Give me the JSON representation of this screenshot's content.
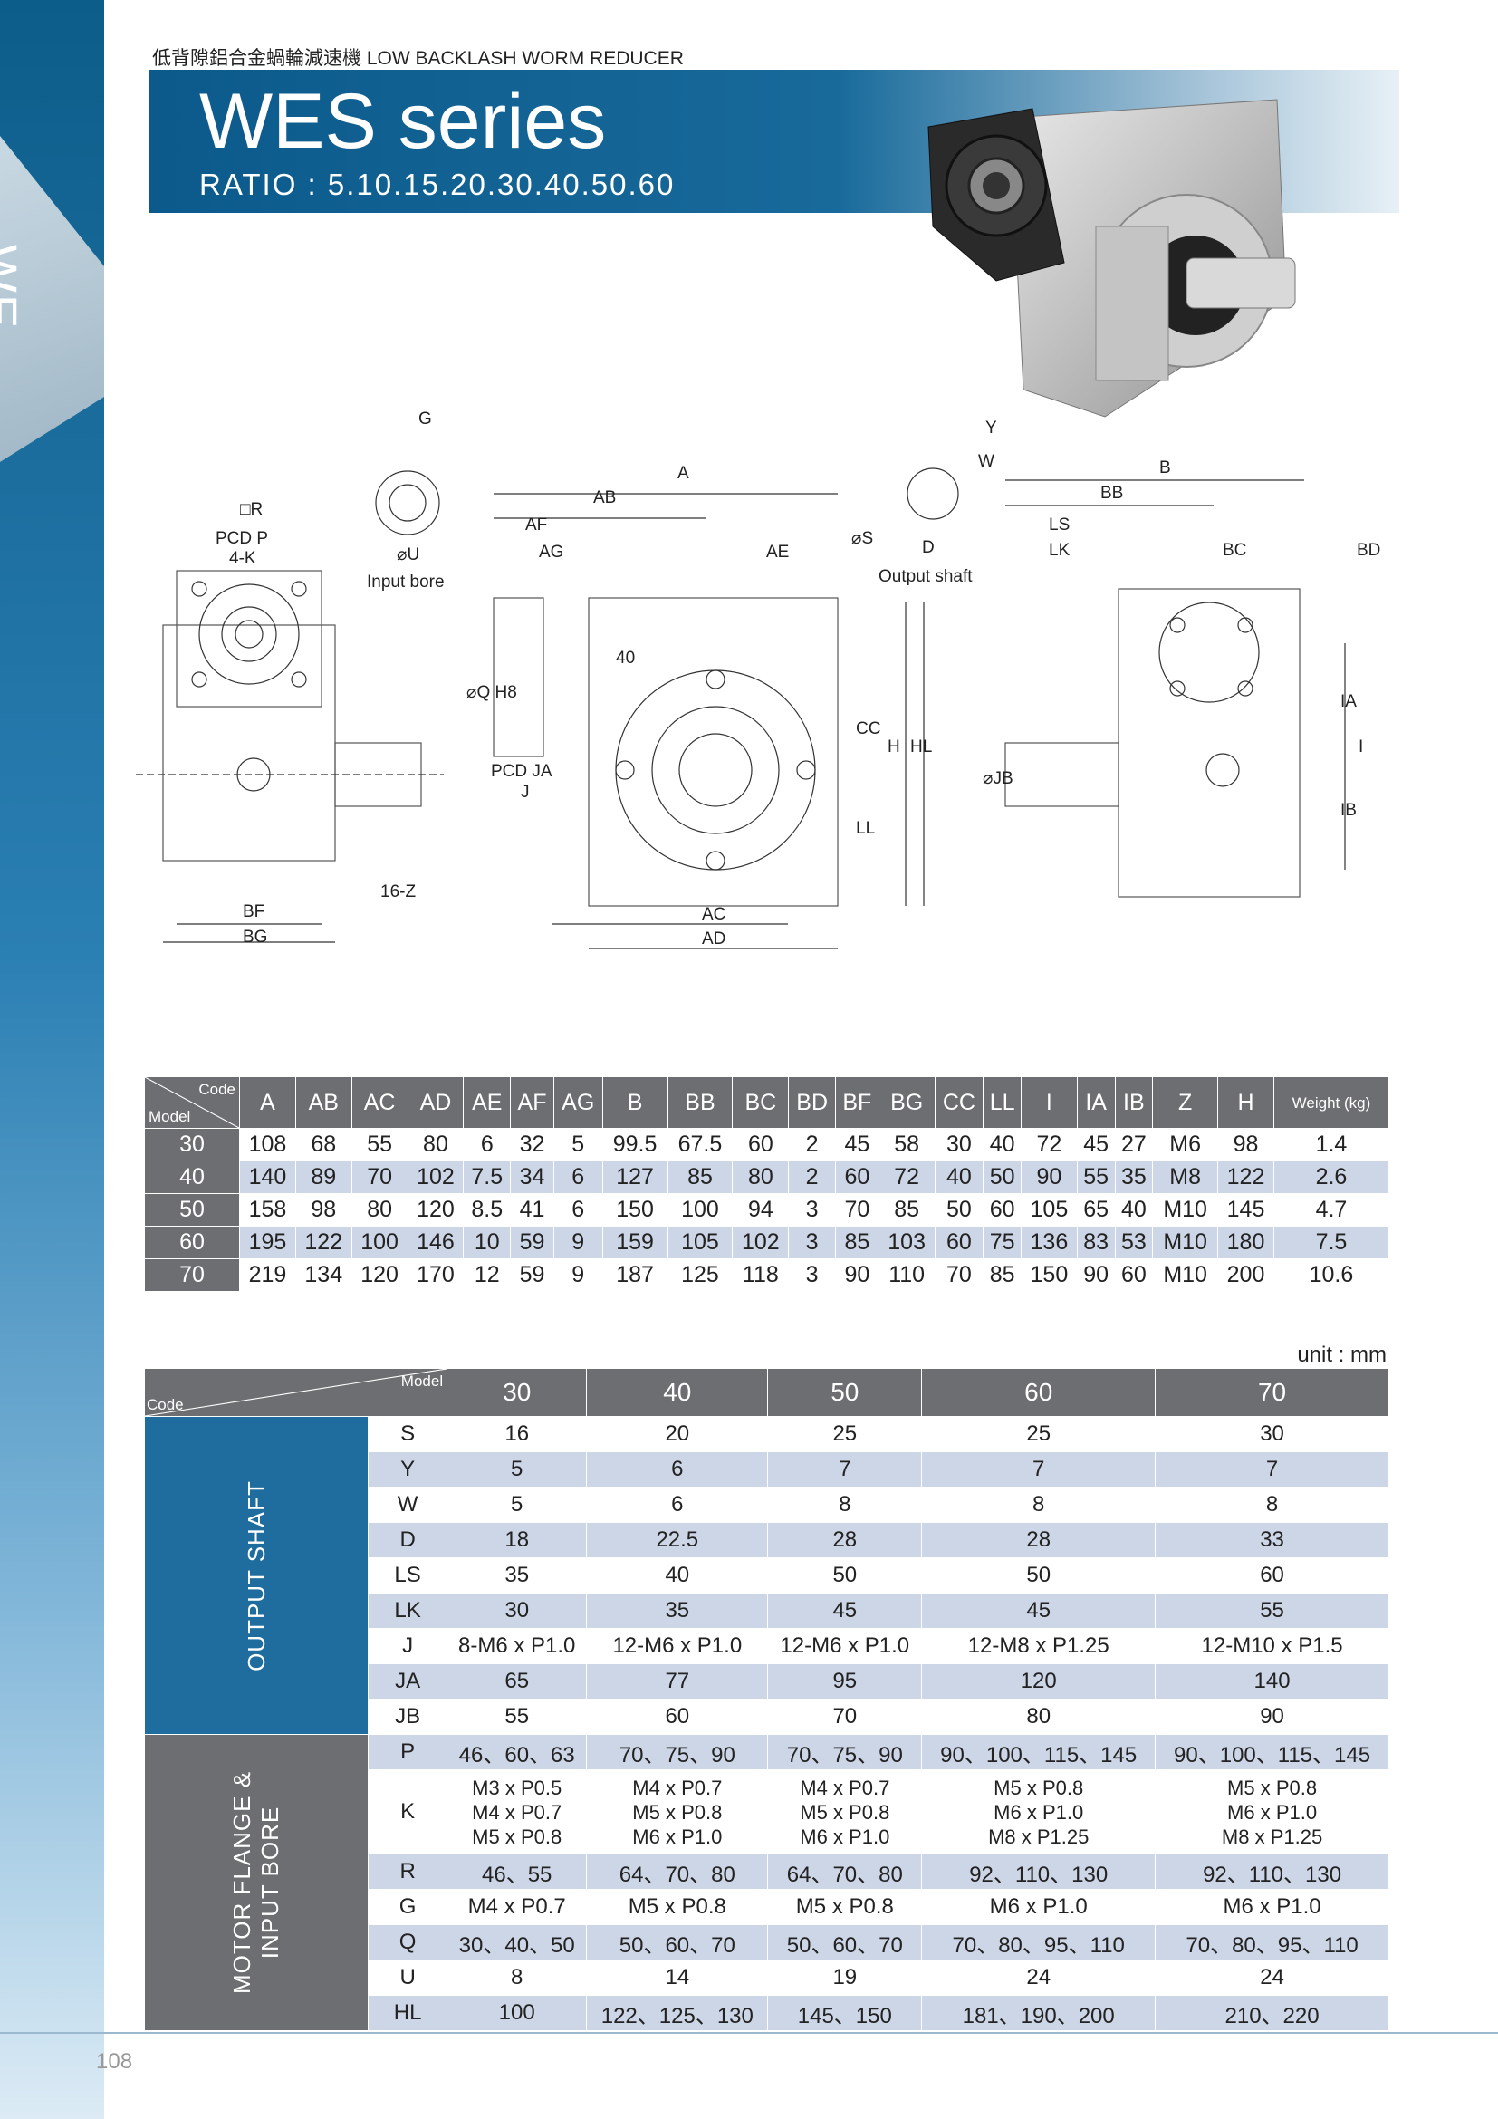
{
  "side_tab": "WE",
  "header": {
    "subtitle": "低背隙鋁合金蝸輪減速機 LOW BACKLASH WORM REDUCER",
    "title": "WES series",
    "ratio": "RATIO : 5.10.15.20.30.40.50.60"
  },
  "drawing_labels": {
    "g": "G",
    "r": "□R",
    "pcd_p": "PCD P",
    "k": "4-K",
    "u": "⌀U",
    "input_bore": "Input bore",
    "a": "A",
    "ab": "AB",
    "af": "AF",
    "ag": "AG",
    "ae": "AE",
    "s": "⌀S",
    "d": "D",
    "output_shaft": "Output shaft",
    "y": "Y",
    "w": "W",
    "b": "B",
    "bb": "BB",
    "ls": "LS",
    "lk": "LK",
    "bc": "BC",
    "bd": "BD",
    "q": "⌀Q H8",
    "pcd_ja": "PCD JA",
    "j": "J",
    "forty": "40",
    "cc": "CC",
    "h": "H",
    "hl": "HL",
    "ll": "LL",
    "jb": "⌀JB",
    "ia": "IA",
    "i": "I",
    "ib": "IB",
    "z": "16-Z",
    "bf": "BF",
    "bg": "BG",
    "ac": "AC",
    "ad": "AD"
  },
  "table1": {
    "corner_code": "Code",
    "corner_model": "Model",
    "columns": [
      "A",
      "AB",
      "AC",
      "AD",
      "AE",
      "AF",
      "AG",
      "B",
      "BB",
      "BC",
      "BD",
      "BF",
      "BG",
      "CC",
      "LL",
      "I",
      "IA",
      "IB",
      "Z",
      "H",
      "Weight (kg)"
    ],
    "rows": [
      {
        "model": "30",
        "values": [
          "108",
          "68",
          "55",
          "80",
          "6",
          "32",
          "5",
          "99.5",
          "67.5",
          "60",
          "2",
          "45",
          "58",
          "30",
          "40",
          "72",
          "45",
          "27",
          "M6",
          "98",
          "1.4"
        ]
      },
      {
        "model": "40",
        "values": [
          "140",
          "89",
          "70",
          "102",
          "7.5",
          "34",
          "6",
          "127",
          "85",
          "80",
          "2",
          "60",
          "72",
          "40",
          "50",
          "90",
          "55",
          "35",
          "M8",
          "122",
          "2.6"
        ]
      },
      {
        "model": "50",
        "values": [
          "158",
          "98",
          "80",
          "120",
          "8.5",
          "41",
          "6",
          "150",
          "100",
          "94",
          "3",
          "70",
          "85",
          "50",
          "60",
          "105",
          "65",
          "40",
          "M10",
          "145",
          "4.7"
        ]
      },
      {
        "model": "60",
        "values": [
          "195",
          "122",
          "100",
          "146",
          "10",
          "59",
          "9",
          "159",
          "105",
          "102",
          "3",
          "85",
          "103",
          "60",
          "75",
          "136",
          "83",
          "53",
          "M10",
          "180",
          "7.5"
        ]
      },
      {
        "model": "70",
        "values": [
          "219",
          "134",
          "120",
          "170",
          "12",
          "59",
          "9",
          "187",
          "125",
          "118",
          "3",
          "90",
          "110",
          "70",
          "85",
          "150",
          "90",
          "60",
          "M10",
          "200",
          "10.6"
        ]
      }
    ]
  },
  "unit": "unit : mm",
  "table2": {
    "corner_code": "Code",
    "corner_model": "Model",
    "models": [
      "30",
      "40",
      "50",
      "60",
      "70"
    ],
    "groups": [
      {
        "name": "OUTPUT  SHAFT",
        "rows": [
          {
            "code": "S",
            "values": [
              "16",
              "20",
              "25",
              "25",
              "30"
            ]
          },
          {
            "code": "Y",
            "values": [
              "5",
              "6",
              "7",
              "7",
              "7"
            ]
          },
          {
            "code": "W",
            "values": [
              "5",
              "6",
              "8",
              "8",
              "8"
            ]
          },
          {
            "code": "D",
            "values": [
              "18",
              "22.5",
              "28",
              "28",
              "33"
            ]
          },
          {
            "code": "LS",
            "values": [
              "35",
              "40",
              "50",
              "50",
              "60"
            ]
          },
          {
            "code": "LK",
            "values": [
              "30",
              "35",
              "45",
              "45",
              "55"
            ]
          },
          {
            "code": "J",
            "values": [
              "8-M6 x P1.0",
              "12-M6 x P1.0",
              "12-M6 x P1.0",
              "12-M8 x P1.25",
              "12-M10 x P1.5"
            ]
          },
          {
            "code": "JA",
            "values": [
              "65",
              "77",
              "95",
              "120",
              "140"
            ]
          },
          {
            "code": "JB",
            "values": [
              "55",
              "60",
              "70",
              "80",
              "90"
            ]
          }
        ]
      },
      {
        "name": "MOTOR  FLANGE &amp; INPUT  BORE",
        "name_line1": "MOTOR  FLANGE &",
        "name_line2": "INPUT  BORE",
        "rows": [
          {
            "code": "P",
            "values": [
              "46、60、63",
              "70、75、90",
              "70、75、90",
              "90、100、115、145",
              "90、100、115、145"
            ]
          },
          {
            "code": "K",
            "values": [
              [
                "M3 x P0.5",
                "M4 x P0.7",
                "M5 x P0.8"
              ],
              [
                "M4 x P0.7",
                "M5 x P0.8",
                "M6 x P1.0"
              ],
              [
                "M4 x P0.7",
                "M5 x P0.8",
                "M6 x P1.0"
              ],
              [
                "M5 x P0.8",
                "M6 x P1.0",
                "M8 x P1.25"
              ],
              [
                "M5 x P0.8",
                "M6 x P1.0",
                "M8 x P1.25"
              ]
            ]
          },
          {
            "code": "R",
            "values": [
              "46、55",
              "64、70、80",
              "64、70、80",
              "92、110、130",
              "92、110、130"
            ]
          },
          {
            "code": "G",
            "values": [
              "M4 x P0.7",
              "M5 x P0.8",
              "M5 x P0.8",
              "M6 x P1.0",
              "M6 x P1.0"
            ]
          },
          {
            "code": "Q",
            "values": [
              "30、40、50",
              "50、60、70",
              "50、60、70",
              "70、80、95、110",
              "70、80、95、110"
            ]
          },
          {
            "code": "U",
            "values": [
              "8",
              "14",
              "19",
              "24",
              "24"
            ]
          },
          {
            "code": "HL",
            "values": [
              "100",
              "122、125、130",
              "145、150",
              "181、190、200",
              "210、220"
            ]
          }
        ]
      }
    ]
  },
  "page_number": "108"
}
